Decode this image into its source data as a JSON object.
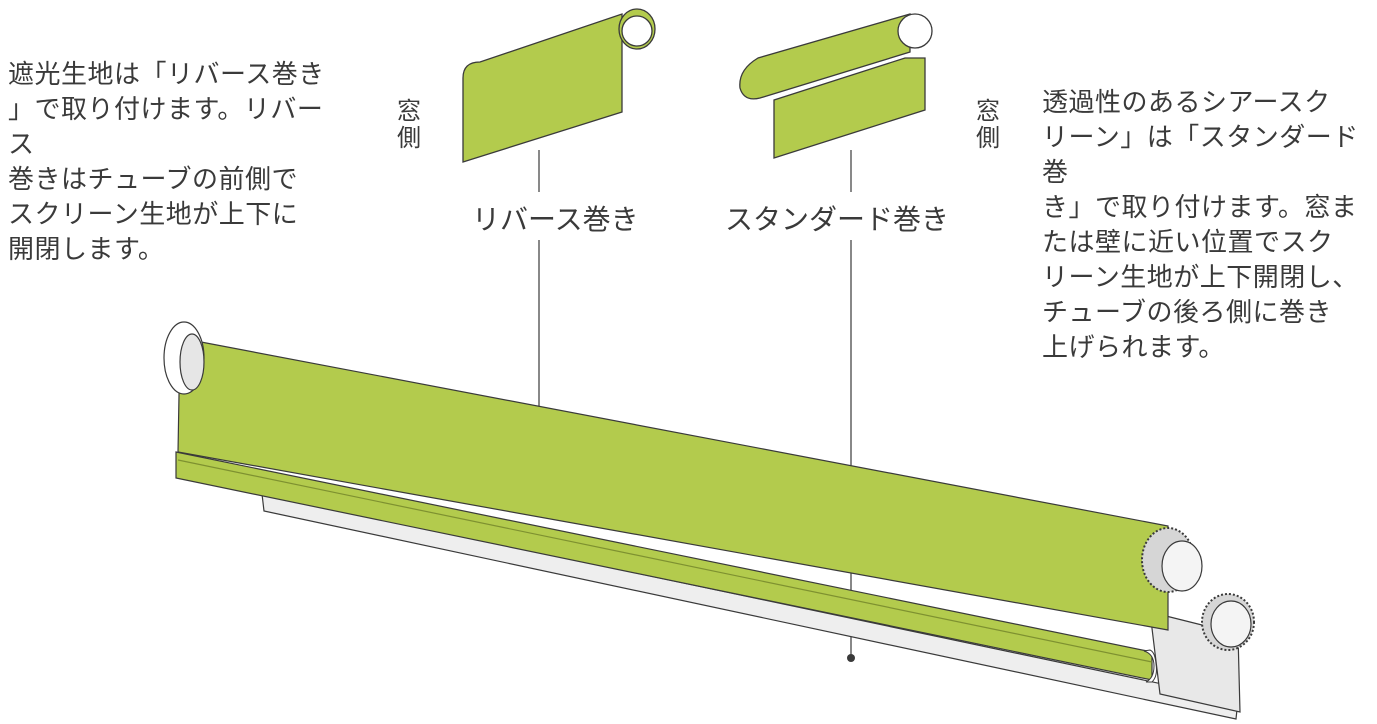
{
  "text": {
    "left_description": "遮光生地は「リバース巻き\n」で取り付けます。リバース\n巻きはチューブの前側で\nスクリーン生地が上下に\n開閉します。",
    "right_description": "透過性のあるシアースク\nリーン」は「スタンダード巻\nき」で取り付けます。窓ま\nたは壁に近い位置でスク\nリーン生地が上下開閉し、\nチューブの後ろ側に巻き\n上げられます。",
    "window_side_left": "窓\n側",
    "window_side_right": "窓\n側",
    "reverse_roll_label": "リバース巻き",
    "standard_roll_label": "スタンダード巻き"
  },
  "colors": {
    "fabric_green": "#b3cb4d",
    "fabric_green_dark": "#a3bb3f",
    "outline": "#3a3a3a",
    "rail_gray": "#e8e8e8",
    "text": "#3a3a3a"
  }
}
